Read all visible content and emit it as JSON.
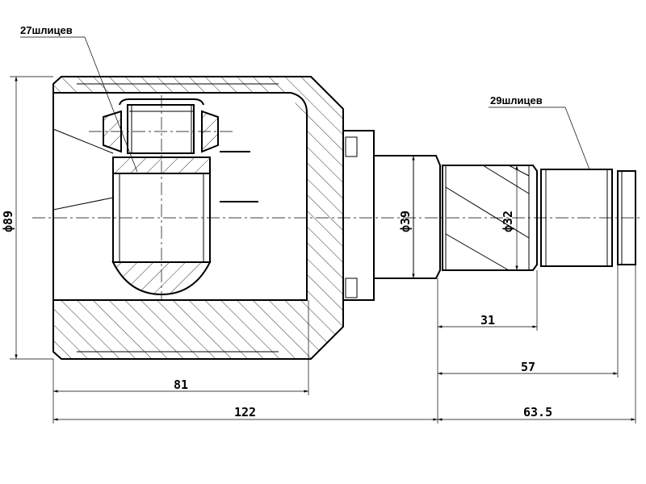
{
  "labels": {
    "splines_left": "27шлицев",
    "splines_right": "29шлицев"
  },
  "dimensions": {
    "d89": "ф89",
    "d39": "ф39",
    "d32": "ф32",
    "l31": "31",
    "l57": "57",
    "l81": "81",
    "l122": "122",
    "l63_5": "63.5"
  }
}
